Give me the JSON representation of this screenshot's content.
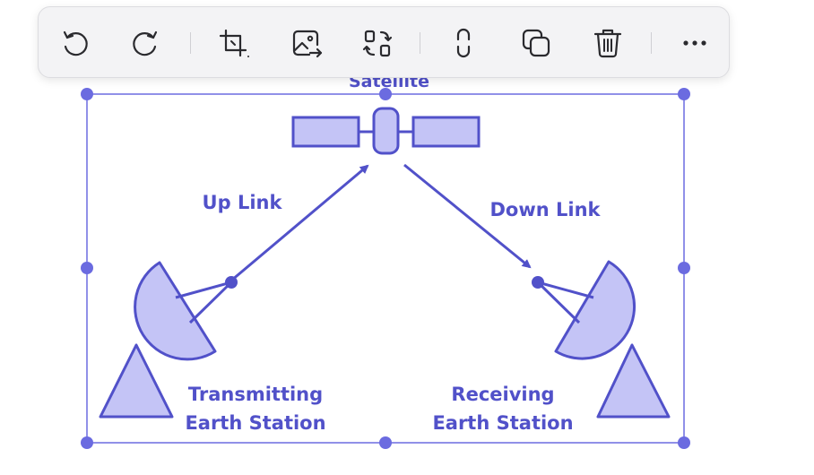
{
  "toolbar": {
    "buttons": [
      {
        "name": "rotate-left",
        "icon": "rotate-left-icon"
      },
      {
        "name": "rotate-right",
        "icon": "rotate-right-icon"
      },
      {
        "name": "crop",
        "icon": "crop-icon"
      },
      {
        "name": "replace-image",
        "icon": "replace-image-icon"
      },
      {
        "name": "flip",
        "icon": "flip-icon"
      },
      {
        "name": "link",
        "icon": "link-icon"
      },
      {
        "name": "duplicate",
        "icon": "duplicate-icon"
      },
      {
        "name": "delete",
        "icon": "trash-icon"
      },
      {
        "name": "more",
        "icon": "more-icon"
      }
    ]
  },
  "diagram": {
    "satellite_label": "Satellite",
    "uplink_label": "Up Link",
    "downlink_label": "Down Link",
    "transmitting_line1": "Transmitting",
    "transmitting_line2": "Earth Station",
    "receiving_line1": "Receiving",
    "receiving_line2": "Earth Station"
  },
  "colors": {
    "accent": "#5151c9",
    "fill": "#c4c4f6",
    "selection": "#6b6be0",
    "icon": "#2a2a2e"
  }
}
